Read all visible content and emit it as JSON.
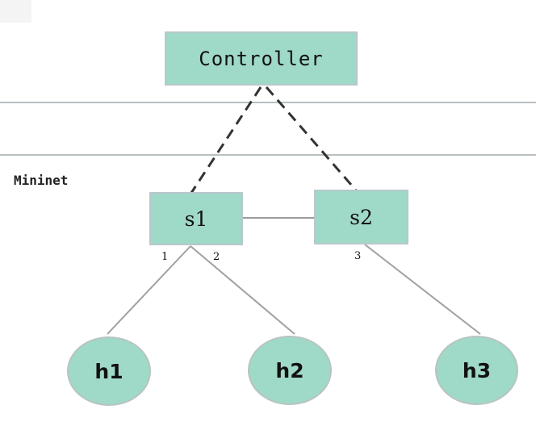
{
  "diagram": {
    "controller_label": "Controller",
    "network_label": "Mininet",
    "switches": [
      {
        "id": "s1",
        "label": "s1"
      },
      {
        "id": "s2",
        "label": "s2"
      }
    ],
    "hosts": [
      {
        "id": "h1",
        "label": "h1"
      },
      {
        "id": "h2",
        "label": "h2"
      },
      {
        "id": "h3",
        "label": "h3"
      }
    ],
    "ports": [
      {
        "switch": "s1",
        "label": "1"
      },
      {
        "switch": "s1",
        "label": "2"
      },
      {
        "switch": "s2",
        "label": "3"
      }
    ],
    "colors": {
      "node_fill": "#9fd9c7",
      "node_border": "#b9c7cc",
      "line": "#9a9a9a",
      "dashed_line": "#333333",
      "band_line": "#b8bfc1"
    }
  }
}
